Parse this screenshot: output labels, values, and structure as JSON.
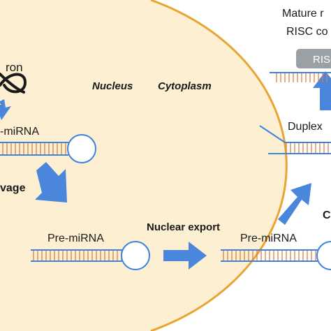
{
  "labels": {
    "mature_line1": "Mature r",
    "risc_line2": "RISC co",
    "risc_box": "RISC",
    "intron": "ron",
    "nucleus": "Nucleus",
    "cytoplasm": "Cytoplasm",
    "pri_mirna": "-miRNA",
    "cleavage": "vage",
    "pre_mirna_nucleus": "Pre-miRNA",
    "nuclear_export": "Nuclear export",
    "pre_mirna_cytoplasm": "Pre-miRNA",
    "duplex": "Duplex",
    "dicer_partial": "C"
  },
  "colors": {
    "nucleus_fill": "#fdefd2",
    "nucleus_edge": "#e8a531",
    "arrow": "#4a86dc",
    "strand": "#3d82e0",
    "rung": "#e07e3c",
    "risc_box": "#9aa0a3"
  }
}
